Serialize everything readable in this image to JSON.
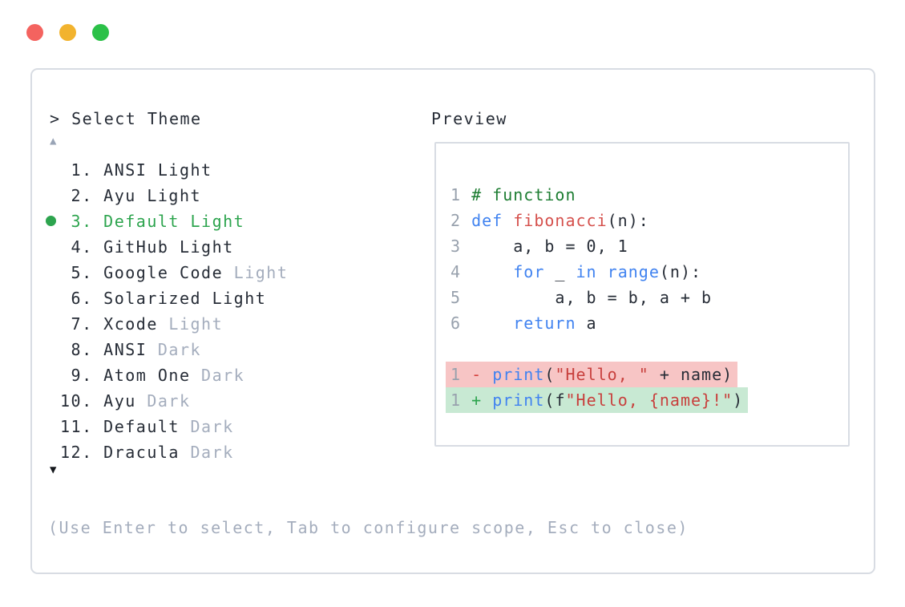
{
  "window": {
    "controls": [
      {
        "name": "close",
        "color": "#f4635f"
      },
      {
        "name": "minimize",
        "color": "#f2b32e"
      },
      {
        "name": "zoom",
        "color": "#2bc148"
      }
    ]
  },
  "picker": {
    "prompt_symbol": ">",
    "title": "Select Theme",
    "scroll_up_symbol": "▲",
    "scroll_down_symbol": "▼",
    "help_text": "(Use Enter to select, Tab to configure scope, Esc to close)",
    "selected_index": 3,
    "items": [
      {
        "prefix": " 1. ",
        "name": "ANSI Light",
        "suffix": "",
        "selected": false
      },
      {
        "prefix": " 2. ",
        "name": "Ayu Light",
        "suffix": "",
        "selected": false
      },
      {
        "prefix": " 3. ",
        "name": "Default Light",
        "suffix": "",
        "selected": true
      },
      {
        "prefix": " 4. ",
        "name": "GitHub Light",
        "suffix": "",
        "selected": false
      },
      {
        "prefix": " 5. ",
        "name": "Google Code",
        "suffix": " Light",
        "selected": false
      },
      {
        "prefix": " 6. ",
        "name": "Solarized Light",
        "suffix": "",
        "selected": false
      },
      {
        "prefix": " 7. ",
        "name": "Xcode",
        "suffix": " Light",
        "selected": false
      },
      {
        "prefix": " 8. ",
        "name": "ANSI",
        "suffix": " Dark",
        "selected": false
      },
      {
        "prefix": " 9. ",
        "name": "Atom One",
        "suffix": " Dark",
        "selected": false
      },
      {
        "prefix": "10. ",
        "name": "Ayu",
        "suffix": " Dark",
        "selected": false
      },
      {
        "prefix": "11. ",
        "name": "Default",
        "suffix": " Dark",
        "selected": false
      },
      {
        "prefix": "12. ",
        "name": "Dracula",
        "suffix": " Dark",
        "selected": false
      }
    ]
  },
  "preview": {
    "label": "Preview",
    "lines": [
      {
        "num": "1",
        "diff": "",
        "tokens": [
          {
            "t": "# function",
            "c": "comment"
          }
        ]
      },
      {
        "num": "2",
        "diff": "",
        "tokens": [
          {
            "t": "def",
            "c": "kw"
          },
          {
            "t": " ",
            "c": "plain"
          },
          {
            "t": "fibonacci",
            "c": "fn"
          },
          {
            "t": "(n):",
            "c": "plain"
          }
        ]
      },
      {
        "num": "3",
        "diff": "",
        "tokens": [
          {
            "t": "    a, b = 0, 1",
            "c": "plain"
          }
        ]
      },
      {
        "num": "4",
        "diff": "",
        "tokens": [
          {
            "t": "    ",
            "c": "plain"
          },
          {
            "t": "for",
            "c": "kw"
          },
          {
            "t": " _ ",
            "c": "plain"
          },
          {
            "t": "in",
            "c": "kw"
          },
          {
            "t": " ",
            "c": "plain"
          },
          {
            "t": "range",
            "c": "kw"
          },
          {
            "t": "(n):",
            "c": "plain"
          }
        ]
      },
      {
        "num": "5",
        "diff": "",
        "tokens": [
          {
            "t": "        a, b = b, a + b",
            "c": "plain"
          }
        ]
      },
      {
        "num": "6",
        "diff": "",
        "tokens": [
          {
            "t": "    ",
            "c": "plain"
          },
          {
            "t": "return",
            "c": "kw"
          },
          {
            "t": " a",
            "c": "plain"
          }
        ]
      },
      {
        "num": "",
        "diff": "",
        "tokens": []
      },
      {
        "num": "1",
        "diff": "removed",
        "tokens": [
          {
            "t": "-",
            "c": "minus"
          },
          {
            "t": " ",
            "c": "plain"
          },
          {
            "t": "print",
            "c": "kw"
          },
          {
            "t": "(",
            "c": "plain"
          },
          {
            "t": "\"Hello, \"",
            "c": "str"
          },
          {
            "t": " + name)",
            "c": "plain"
          }
        ]
      },
      {
        "num": "1",
        "diff": "added",
        "tokens": [
          {
            "t": "+",
            "c": "plus"
          },
          {
            "t": " ",
            "c": "plain"
          },
          {
            "t": "print",
            "c": "kw"
          },
          {
            "t": "(f",
            "c": "plain"
          },
          {
            "t": "\"Hello, {name}!\"",
            "c": "str"
          },
          {
            "t": ")",
            "c": "plain"
          }
        ]
      }
    ]
  },
  "colors": {
    "text": "#262c36",
    "muted": "#a4adbd",
    "line_number": "#98a1ad",
    "selection_green": "#2da44e",
    "comment_green": "#1d7d32",
    "keyword_blue": "#4183f0",
    "function_red": "#d5504c",
    "string_red": "#c8403d",
    "diff_removed_bg": "#f7c5c5",
    "diff_added_bg": "#c8e9d3",
    "border": "#d8dce3",
    "traffic_red": "#f4635f",
    "traffic_yellow": "#f2b32e",
    "traffic_green": "#2bc148"
  }
}
